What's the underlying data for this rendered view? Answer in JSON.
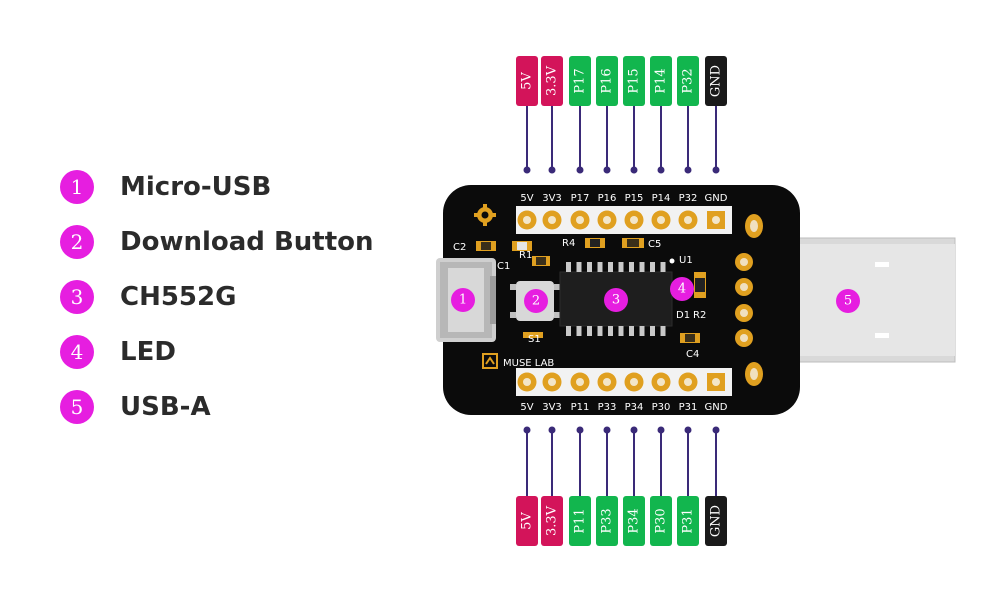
{
  "legend": [
    {
      "num": "1",
      "label": "Micro-USB"
    },
    {
      "num": "2",
      "label": "Download Button"
    },
    {
      "num": "3",
      "label": "CH552G"
    },
    {
      "num": "4",
      "label": "LED"
    },
    {
      "num": "5",
      "label": "USB-A"
    }
  ],
  "top_pins": [
    {
      "label": "5V",
      "board": "5V",
      "color": "#d3145a"
    },
    {
      "label": "3.3V",
      "board": "3V3",
      "color": "#d3145a"
    },
    {
      "label": "P17",
      "board": "P17",
      "color": "#12b64e"
    },
    {
      "label": "P16",
      "board": "P16",
      "color": "#12b64e"
    },
    {
      "label": "P15",
      "board": "P15",
      "color": "#12b64e"
    },
    {
      "label": "P14",
      "board": "P14",
      "color": "#12b64e"
    },
    {
      "label": "P32",
      "board": "P32",
      "color": "#12b64e"
    },
    {
      "label": "GND",
      "board": "GND",
      "color": "#1a1a1a"
    }
  ],
  "bottom_pins": [
    {
      "label": "5V",
      "board": "5V",
      "color": "#d3145a"
    },
    {
      "label": "3.3V",
      "board": "3V3",
      "color": "#d3145a"
    },
    {
      "label": "P11",
      "board": "P11",
      "color": "#12b64e"
    },
    {
      "label": "P33",
      "board": "P33",
      "color": "#12b64e"
    },
    {
      "label": "P34",
      "board": "P34",
      "color": "#12b64e"
    },
    {
      "label": "P30",
      "board": "P30",
      "color": "#12b64e"
    },
    {
      "label": "P31",
      "board": "P31",
      "color": "#12b64e"
    },
    {
      "label": "GND",
      "board": "GND",
      "color": "#1a1a1a"
    }
  ],
  "board": {
    "components": {
      "c2": "C2",
      "c1": "C1",
      "r4": "R4",
      "r1": "R1",
      "c5": "C5",
      "u1": "U1",
      "d1": "D1",
      "r2": "R2",
      "c4": "C4",
      "s1": "S1"
    },
    "brand": "MUSE LAB"
  },
  "markers": [
    "1",
    "2",
    "3",
    "4",
    "5"
  ],
  "colors": {
    "accent": "#e61ee0",
    "power": "#d3145a",
    "io": "#12b64e",
    "gnd": "#1a1a1a",
    "line": "#3a2a78",
    "pcb": "#0b0b0b",
    "silk": "#ffffff"
  }
}
